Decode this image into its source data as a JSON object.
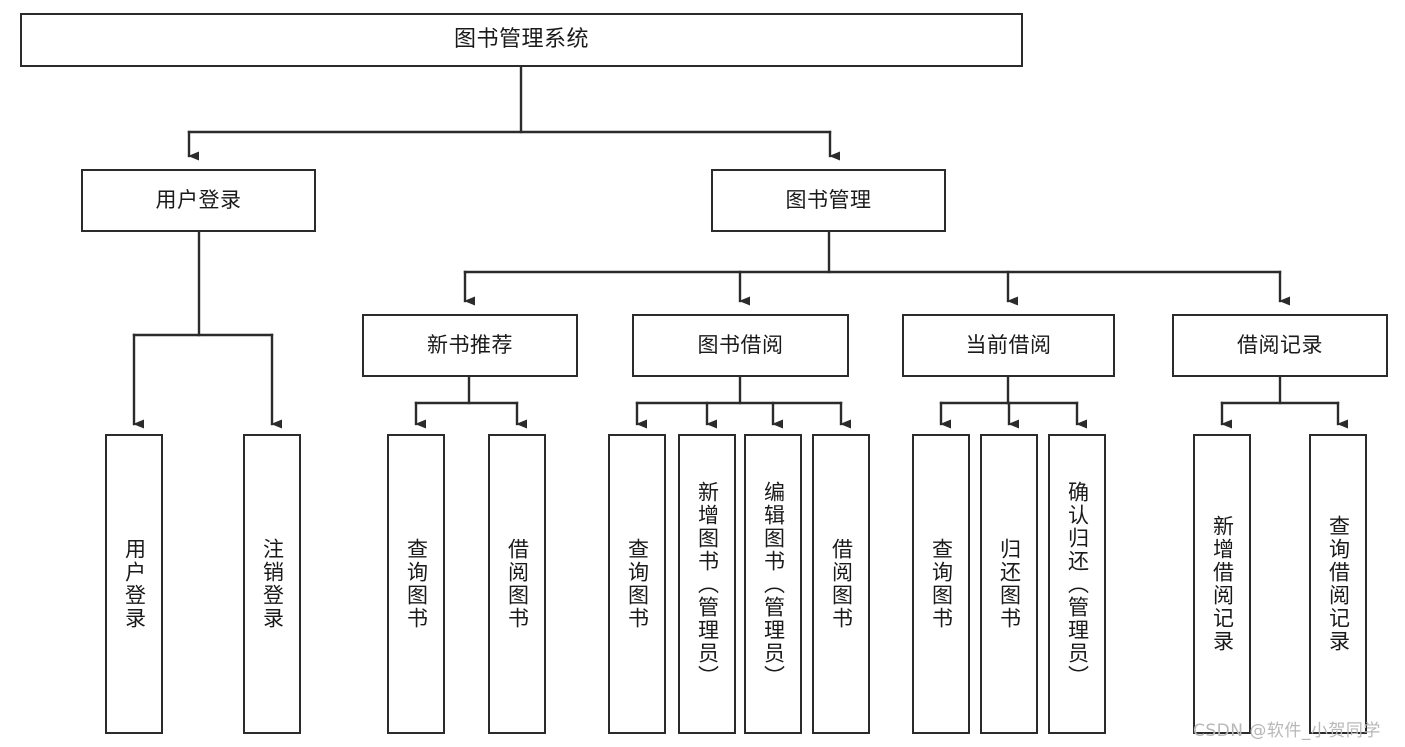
{
  "diagram": {
    "title": "图书管理系统",
    "watermark": "CSDN @软件_小贺同学",
    "line_color": "#2b2b2b",
    "box_fill": "#ffffff",
    "text_color": "#1a1a1a",
    "watermark_color": "#b8b8b8"
  },
  "nodes": {
    "root": {
      "label": "图书管理系统"
    },
    "level2": [
      {
        "label": "用户登录"
      },
      {
        "label": "图书管理"
      }
    ],
    "level3": [
      {
        "label": "新书推荐"
      },
      {
        "label": "图书借阅"
      },
      {
        "label": "当前借阅"
      },
      {
        "label": "借阅记录"
      }
    ],
    "leaves_user_login": [
      {
        "label": "用户登录"
      },
      {
        "label": "注销登录"
      }
    ],
    "leaves_new_book": [
      {
        "label": "查询图书"
      },
      {
        "label": "借阅图书"
      }
    ],
    "leaves_borrow": [
      {
        "label": "查询图书"
      },
      {
        "label": "新增图书（管理员）"
      },
      {
        "label": "编辑图书（管理员）"
      },
      {
        "label": "借阅图书"
      }
    ],
    "leaves_current": [
      {
        "label": "查询图书"
      },
      {
        "label": "归还图书"
      },
      {
        "label": "确认归还（管理员）"
      }
    ],
    "leaves_records": [
      {
        "label": "新增借阅记录"
      },
      {
        "label": "查询借阅记录"
      }
    ]
  },
  "chart_data": {
    "type": "table",
    "title": "图书管理系统 功能结构图",
    "tree": {
      "name": "图书管理系统",
      "children": [
        {
          "name": "用户登录",
          "children": [
            {
              "name": "用户登录"
            },
            {
              "name": "注销登录"
            }
          ]
        },
        {
          "name": "图书管理",
          "children": [
            {
              "name": "新书推荐",
              "children": [
                {
                  "name": "查询图书"
                },
                {
                  "name": "借阅图书"
                }
              ]
            },
            {
              "name": "图书借阅",
              "children": [
                {
                  "name": "查询图书"
                },
                {
                  "name": "新增图书（管理员）"
                },
                {
                  "name": "编辑图书（管理员）"
                },
                {
                  "name": "借阅图书"
                }
              ]
            },
            {
              "name": "当前借阅",
              "children": [
                {
                  "name": "查询图书"
                },
                {
                  "name": "归还图书"
                },
                {
                  "name": "确认归还（管理员）"
                }
              ]
            },
            {
              "name": "借阅记录",
              "children": [
                {
                  "name": "新增借阅记录"
                },
                {
                  "name": "查询借阅记录"
                }
              ]
            }
          ]
        }
      ]
    }
  }
}
